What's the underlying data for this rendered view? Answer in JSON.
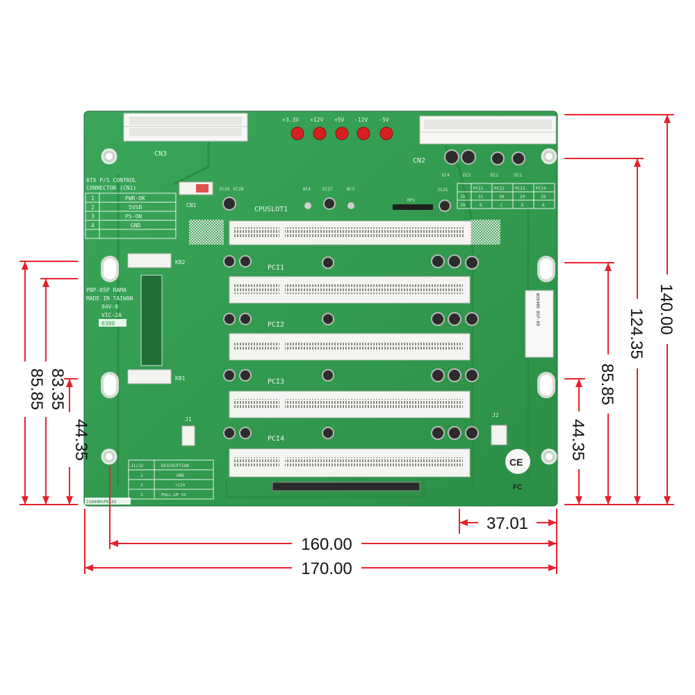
{
  "board": {
    "model_text": [
      "PBP-05P RAMA",
      "MADE IN TAIWAN",
      "94V-0",
      "VIC-2A",
      "0380"
    ],
    "pcb_number": "2160005P0103",
    "silk_slot": "CPUSLOT1",
    "pci_labels": [
      "PCI1",
      "PCI2",
      "PCI3",
      "PCI4"
    ],
    "connectors": {
      "cn1": "CN1",
      "cn2": "CN2",
      "cn3": "CN3",
      "kb1": "KB1",
      "kb2": "KB2",
      "j1": "J1",
      "j2": "J2",
      "rp1": "RP1"
    },
    "led_labels": [
      "+3.3V",
      "+12V",
      "+5V",
      "-12V",
      "-5V"
    ],
    "cap_labels": [
      "EC4",
      "EC3",
      "EC2",
      "EC1",
      "EC25",
      "EC26",
      "EC28",
      "BC4",
      "EC27",
      "BC3"
    ],
    "atx_table": {
      "title1": "ATX P/S CONTROL",
      "title2": "CONNECTOR (CN1)",
      "rows": [
        [
          "1",
          "PWR-OK"
        ],
        [
          "2",
          "5VSB"
        ],
        [
          "3",
          "PS-ON"
        ],
        [
          "4",
          "GND"
        ]
      ]
    },
    "j_table": {
      "header": [
        "J1/J2",
        "DESCRIPTION"
      ],
      "rows": [
        [
          "1",
          "GND"
        ],
        [
          "2",
          "+12V"
        ],
        [
          "3",
          "PULL-UP 5V"
        ]
      ]
    },
    "pci_table": {
      "header": [
        "",
        "PCI1",
        "PCI2",
        "PCI3",
        "PCI4"
      ],
      "rows": [
        [
          "ID",
          "31",
          "30",
          "29",
          "28"
        ],
        [
          "IN",
          "B",
          "C",
          "D",
          "A"
        ]
      ]
    },
    "ce_mark": "CE",
    "fcc_mark": "FC",
    "barcode_text": "W36409 0SP-09",
    "colors": {
      "pcb": "#2f9a4c",
      "slot": "#f4f4f2",
      "dimension": "#e8202a",
      "led": "#d62020"
    }
  },
  "dimensions": {
    "total_width": "170.00",
    "hole_span": "160.00",
    "right_hole_offset": "37.01",
    "total_height": "140.00",
    "upper_hole_height": "124.35",
    "right_mid_hole": "85.85",
    "right_low_hole": "44.35",
    "left_outer": "85.85",
    "left_mid": "83.35",
    "left_low": "44.35"
  }
}
